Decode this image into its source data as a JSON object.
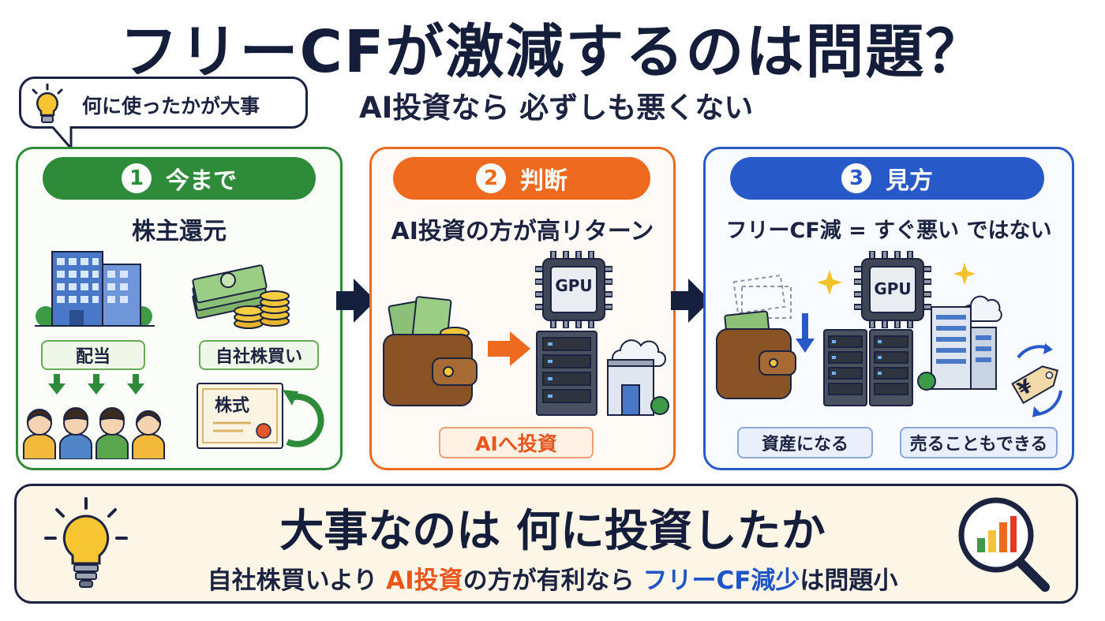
{
  "title": "フリーCFが激減するのは問題？",
  "subtitle": "AI投資なら 必ずしも悪くない",
  "callout": "何に使ったかが大事",
  "steps": [
    {
      "number": "1",
      "label": "今まで",
      "heading": "株主還元",
      "tags": [
        "配当",
        "自社株買い"
      ],
      "certificate": "株式"
    },
    {
      "number": "2",
      "label": "判断",
      "heading": "AI投資の方が高リターン",
      "chip": "GPU",
      "tag": "AIへ投資"
    },
    {
      "number": "3",
      "label": "見方",
      "heading": "フリーCF減 = すぐ悪い ではない",
      "chip": "GPU",
      "yen": "¥",
      "tags": [
        "資産になる",
        "売ることもできる"
      ]
    }
  ],
  "conclusion": {
    "headline": "大事なのは 何に投資したか",
    "line_part1": "自社株買いより ",
    "line_highlight1": "AI投資",
    "line_part2": "の方が有利なら ",
    "line_highlight2": "フリーCF減少",
    "line_part3": "は問題小"
  },
  "colors": {
    "green": "#2e8b3a",
    "orange": "#ee6a1f",
    "blue": "#2859c9",
    "navy": "#141d3a"
  }
}
